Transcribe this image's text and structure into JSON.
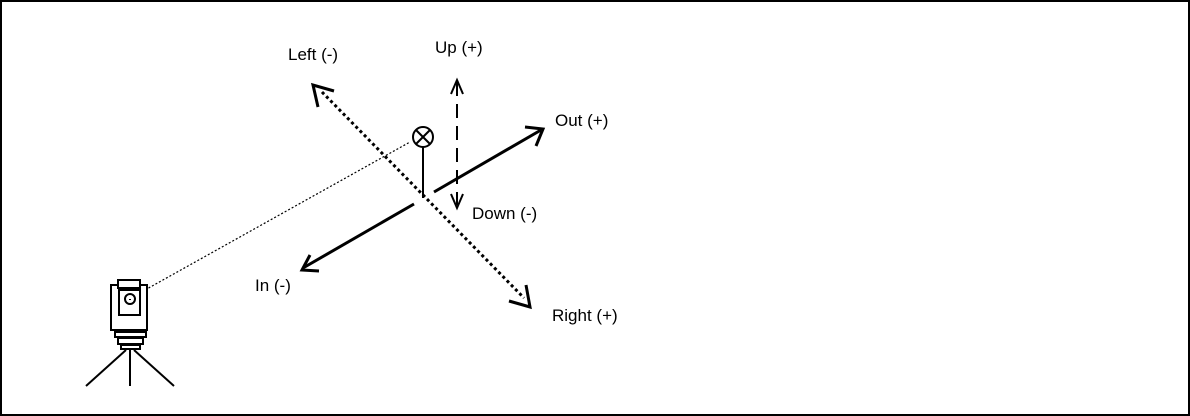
{
  "labels": {
    "left": "Left (-)",
    "up": "Up (+)",
    "out": "Out (+)",
    "down": "Down (-)",
    "in": "In (-)",
    "right": "Right (+)"
  },
  "icons": {
    "instrument": "total-station-icon",
    "target": "prism-target-icon"
  },
  "colors": {
    "stroke": "#000000",
    "background": "#ffffff"
  }
}
